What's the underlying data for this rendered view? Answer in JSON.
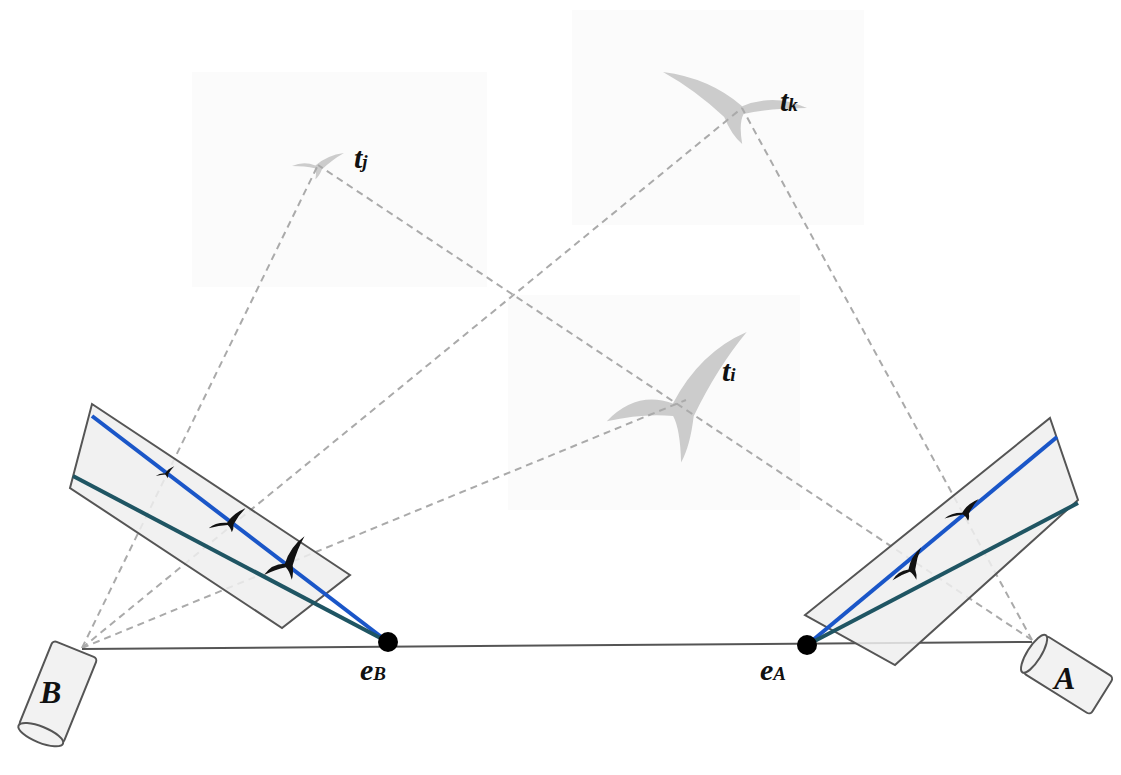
{
  "diagram": {
    "labels": [
      "tk",
      "tj",
      "ti",
      "B",
      "eB",
      "eA",
      "A"
    ]
  }
}
